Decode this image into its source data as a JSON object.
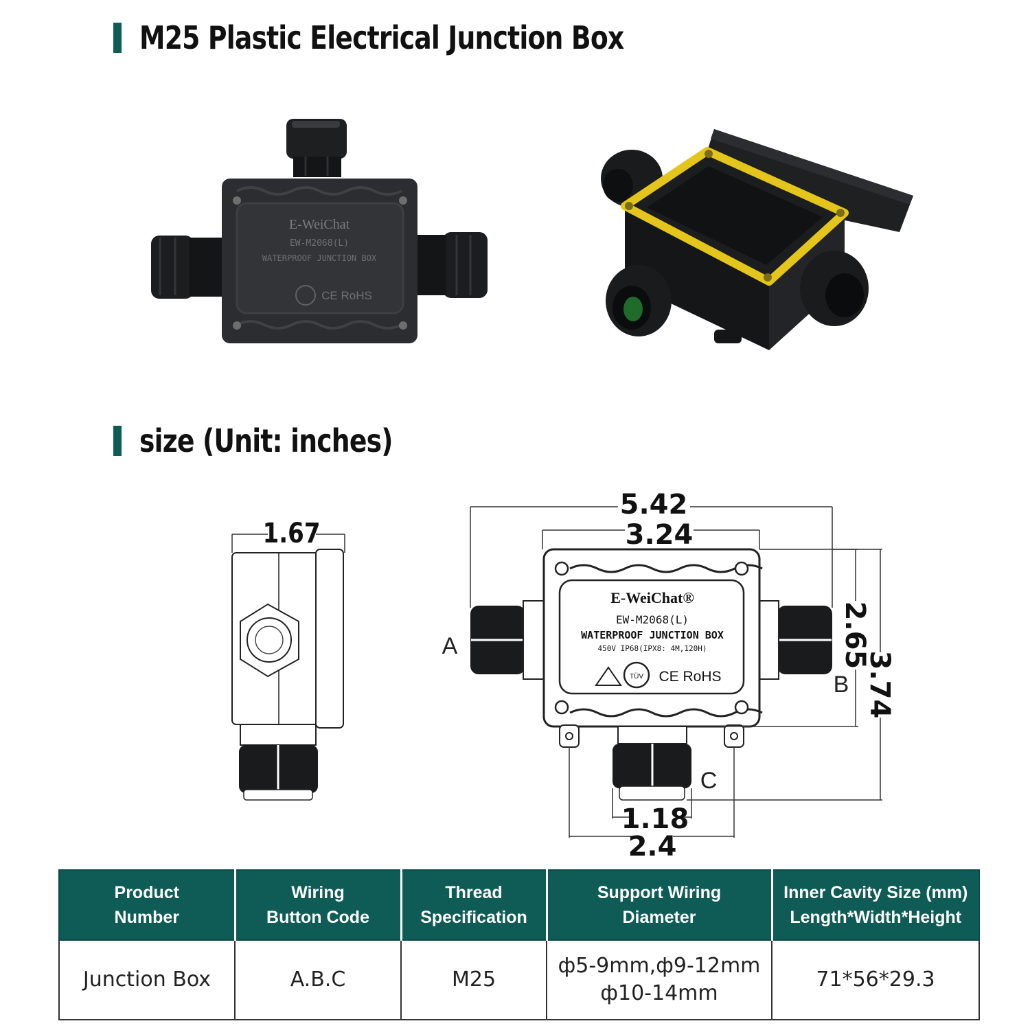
{
  "headings": {
    "product_title": "M25 Plastic Electrical Junction Box",
    "size_title": "size  (Unit: inches)"
  },
  "photos": {
    "front_brand": "E-WeiChat",
    "front_model": "EW-M2068(L)",
    "front_line": "WATERPROOF JUNCTION BOX",
    "front_marks": "CE RoHS"
  },
  "drawing": {
    "brand": "E-WeiChat®",
    "model": "EW-M2068(L)",
    "line1": "WATERPROOF JUNCTION BOX",
    "line2": "450V  IP68(IPX8: 4M,120H)",
    "marks": "CE RoHS",
    "tuv": "TÜV",
    "depth": "1.67",
    "overall_length": "5.42",
    "body_length": "3.24",
    "body_height": "2.65",
    "overall_height": "3.74",
    "gland_width": "1.18",
    "mount_spacing": "2.4",
    "port_a": "A",
    "port_b": "B",
    "port_c": "C"
  },
  "table": {
    "headers": [
      [
        "Product",
        "Number"
      ],
      [
        "Wiring",
        "Button Code"
      ],
      [
        "Thread",
        "Specification"
      ],
      [
        "Support Wiring",
        "Diameter"
      ],
      [
        "Inner Cavity Size (mm)",
        "Length*Width*Height"
      ]
    ],
    "row": {
      "product": "Junction Box",
      "code": "A.B.C",
      "thread": "M25",
      "diameter_line1": "ф5-9mm,ф9-12mm",
      "diameter_line2": "ф10-14mm",
      "cavity": "71*56*29.3"
    }
  },
  "colors": {
    "accent": "#0f5c57",
    "box_body": "#2b2d30",
    "gasket": "#e3c51c"
  }
}
